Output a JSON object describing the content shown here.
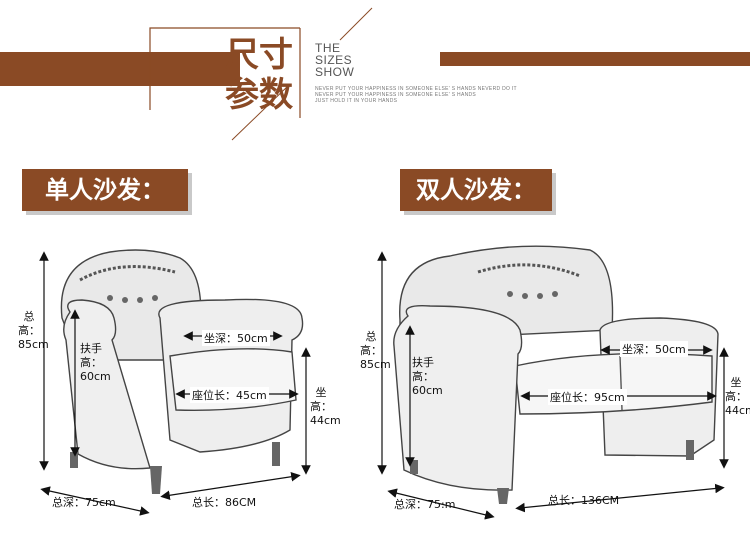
{
  "header": {
    "title_line1": "尺寸",
    "title_line2": "参数",
    "en_line1": "THE",
    "en_line2": "SIZES",
    "en_line3": "SHOW",
    "tagline1": "NEVER PUT YOUR HAPPINESS IN SOMEONE ELSE' S HANDS NEVERD DO IT",
    "tagline2": "NEVER PUT YOUR HAPPINESS IN SOMEONE ELSE' S HANDS",
    "tagline3": "JUST HOLD IT IN YOUR HANDS"
  },
  "colors": {
    "brand": "#8a4a25",
    "shadow": "#c9c9c9"
  },
  "single": {
    "label": "单人沙发：",
    "total_height": "总高：85cm",
    "armrest_height": "扶手高：60cm",
    "seat_depth": "坐深：50cm",
    "seat_length": "座位长：45cm",
    "seat_height": "坐高：44cm",
    "total_depth": "总深：75cm",
    "total_length": "总长：86CM"
  },
  "double": {
    "label": "双人沙发：",
    "total_height": "总高：85cm",
    "armrest_height": "扶手高：60cm",
    "seat_depth": "坐深：50cm",
    "seat_length": "座位长：95cm",
    "seat_height": "坐高：44cm",
    "total_depth": "总深：75:m",
    "total_length": "总长：136CM"
  }
}
